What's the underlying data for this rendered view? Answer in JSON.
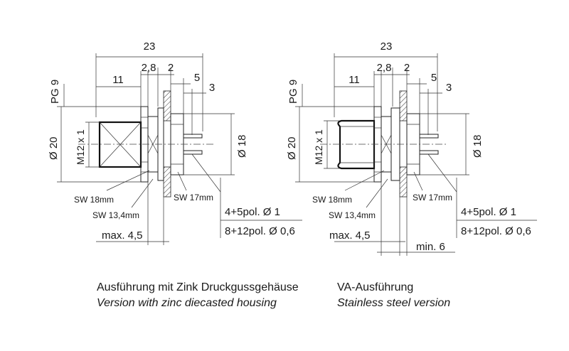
{
  "drawings": [
    {
      "id": "zinc",
      "dims": {
        "d23": "23",
        "d11": "11",
        "d28": "2,8",
        "d2": "2",
        "d5": "5",
        "d3": "3",
        "pg9": "PG 9",
        "d20": "Ø 20",
        "m12": "M12 x 1",
        "d18": "Ø 18",
        "sw18": "SW 18mm",
        "sw134": "SW 13,4mm",
        "sw17": "SW 17mm",
        "max45": "max. 4,5",
        "pol45": "4+5pol.  Ø 1",
        "pol812": "8+12pol. Ø 0,6"
      }
    },
    {
      "id": "steel",
      "dims": {
        "d23": "23",
        "d11": "11",
        "d28": "2,8",
        "d2": "2",
        "d5": "5",
        "d3": "3",
        "pg9": "PG 9",
        "d20": "Ø 20",
        "m12": "M12 x 1",
        "d18": "Ø 18",
        "sw18": "SW 18mm",
        "sw134": "SW 13,4mm",
        "sw17": "SW 17mm",
        "max45": "max. 4,5",
        "min6": "min. 6",
        "pol45": "4+5pol.  Ø 1",
        "pol812": "8+12pol. Ø 0,6"
      }
    }
  ],
  "captions": {
    "left_de": "Ausführung mit Zink Druckgussgehäuse",
    "left_en": "Version with zinc diecasted housing",
    "right_de": "VA-Ausführung",
    "right_en": "Stainless steel version"
  }
}
